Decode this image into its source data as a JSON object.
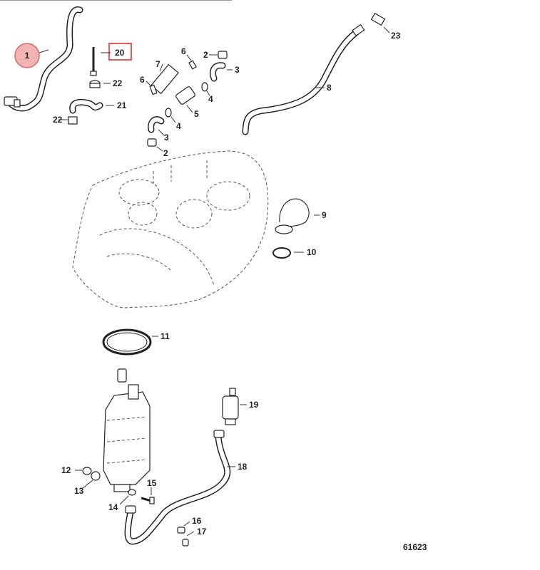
{
  "callouts": {
    "c1": "1",
    "c2a": "2",
    "c2b": "2",
    "c3a": "3",
    "c3b": "3",
    "c4a": "4",
    "c4b": "4",
    "c5": "5",
    "c6a": "6",
    "c6b": "6",
    "c7": "7",
    "c8": "8",
    "c9": "9",
    "c10": "10",
    "c11": "11",
    "c12": "12",
    "c13": "13",
    "c14": "14",
    "c15": "15",
    "c16": "16",
    "c17": "17",
    "c18": "18",
    "c19": "19",
    "c20": "20",
    "c21": "21",
    "c22a": "22",
    "c22b": "22",
    "c23": "23"
  },
  "figure_ref": "61623",
  "colors": {
    "highlight_circle": "#f4b3b3",
    "highlight_circle_stroke": "#d46a6a",
    "highlight_box": "#e02020",
    "line": "#222222"
  }
}
